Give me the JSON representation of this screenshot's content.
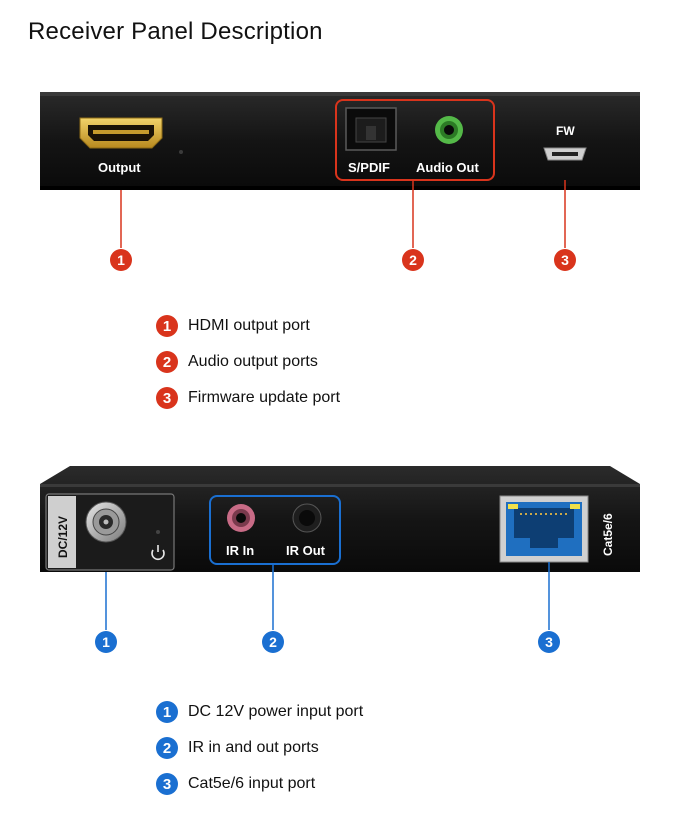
{
  "title": "Receiver Panel Description",
  "front_panel": {
    "labels": {
      "output": "Output",
      "spdif": "S/PDIF",
      "audio_out": "Audio Out",
      "fw": "FW"
    },
    "callouts": [
      "1",
      "2",
      "3"
    ],
    "legend": [
      "HDMI output port",
      "Audio output ports",
      "Firmware update port"
    ],
    "color": "#d9341c"
  },
  "rear_panel": {
    "labels": {
      "dc12v": "DC/12V",
      "ir_in": "IR In",
      "ir_out": "IR Out",
      "cat": "Cat5e/6"
    },
    "callouts": [
      "1",
      "2",
      "3"
    ],
    "legend": [
      "DC 12V power input port",
      "IR in and out ports",
      "Cat5e/6 input port"
    ],
    "color": "#1a6fd1"
  }
}
